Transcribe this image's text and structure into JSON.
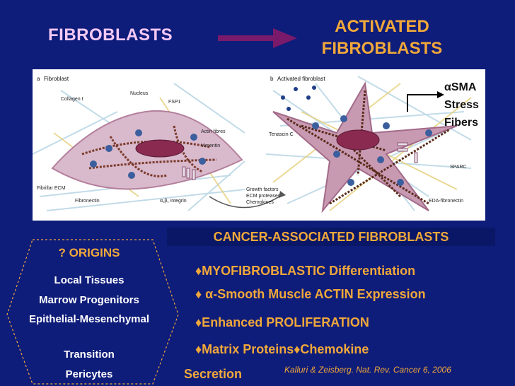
{
  "header": {
    "left_title": "FIBROBLASTS",
    "right_title_line1": "ACTIVATED",
    "right_title_line2": "FIBROBLASTS"
  },
  "figure": {
    "panel_a_label": "a",
    "panel_a_title": "Fibroblast",
    "panel_b_label": "b",
    "panel_b_title": "Activated fibroblast",
    "labels": {
      "collagen": "Collagen I",
      "nucleus": "Nucleus",
      "fsp1": "FSP1",
      "actin": "Actin fibres",
      "vimentin": "Vimentin",
      "fibrillar_ecm": "Fibrillar ECM",
      "fibronectin": "Fibronectin",
      "integrin": "α₁β₁ integrin",
      "tenascin": "Tenascin C",
      "growth_factors": "Growth factors",
      "ecm_proteases": "ECM proteases",
      "chemokines": "Chemokines",
      "sparc": "SPARC",
      "eda_fibronectin": "EDA-fibronectin"
    },
    "sma_line1": "αSMA",
    "sma_line2": "Stress",
    "sma_line3": "Fibers"
  },
  "caf": {
    "title": "CANCER-ASSOCIATED FIBROBLASTS",
    "bullets": [
      "♦MYOFIBROBLASTIC Differentiation",
      "♦ α-Smooth Muscle ACTIN Expression",
      "♦Enhanced PROLIFERATION",
      "♦Matrix Proteins♦Chemokine"
    ],
    "bullet_wrap": "Secretion"
  },
  "origins": {
    "title": "? ORIGINS",
    "items": [
      "Local Tissues",
      "Marrow Progenitors",
      "Epithelial-Mesenchymal",
      "Transition",
      "Pericytes"
    ]
  },
  "citation": "Kalluri & Zeisberg. Nat. Rev. Cancer 6, 2006",
  "colors": {
    "background": "#0e1c7a",
    "accent_orange": "#f0a83a",
    "title_pink": "#f4c9f4"
  }
}
